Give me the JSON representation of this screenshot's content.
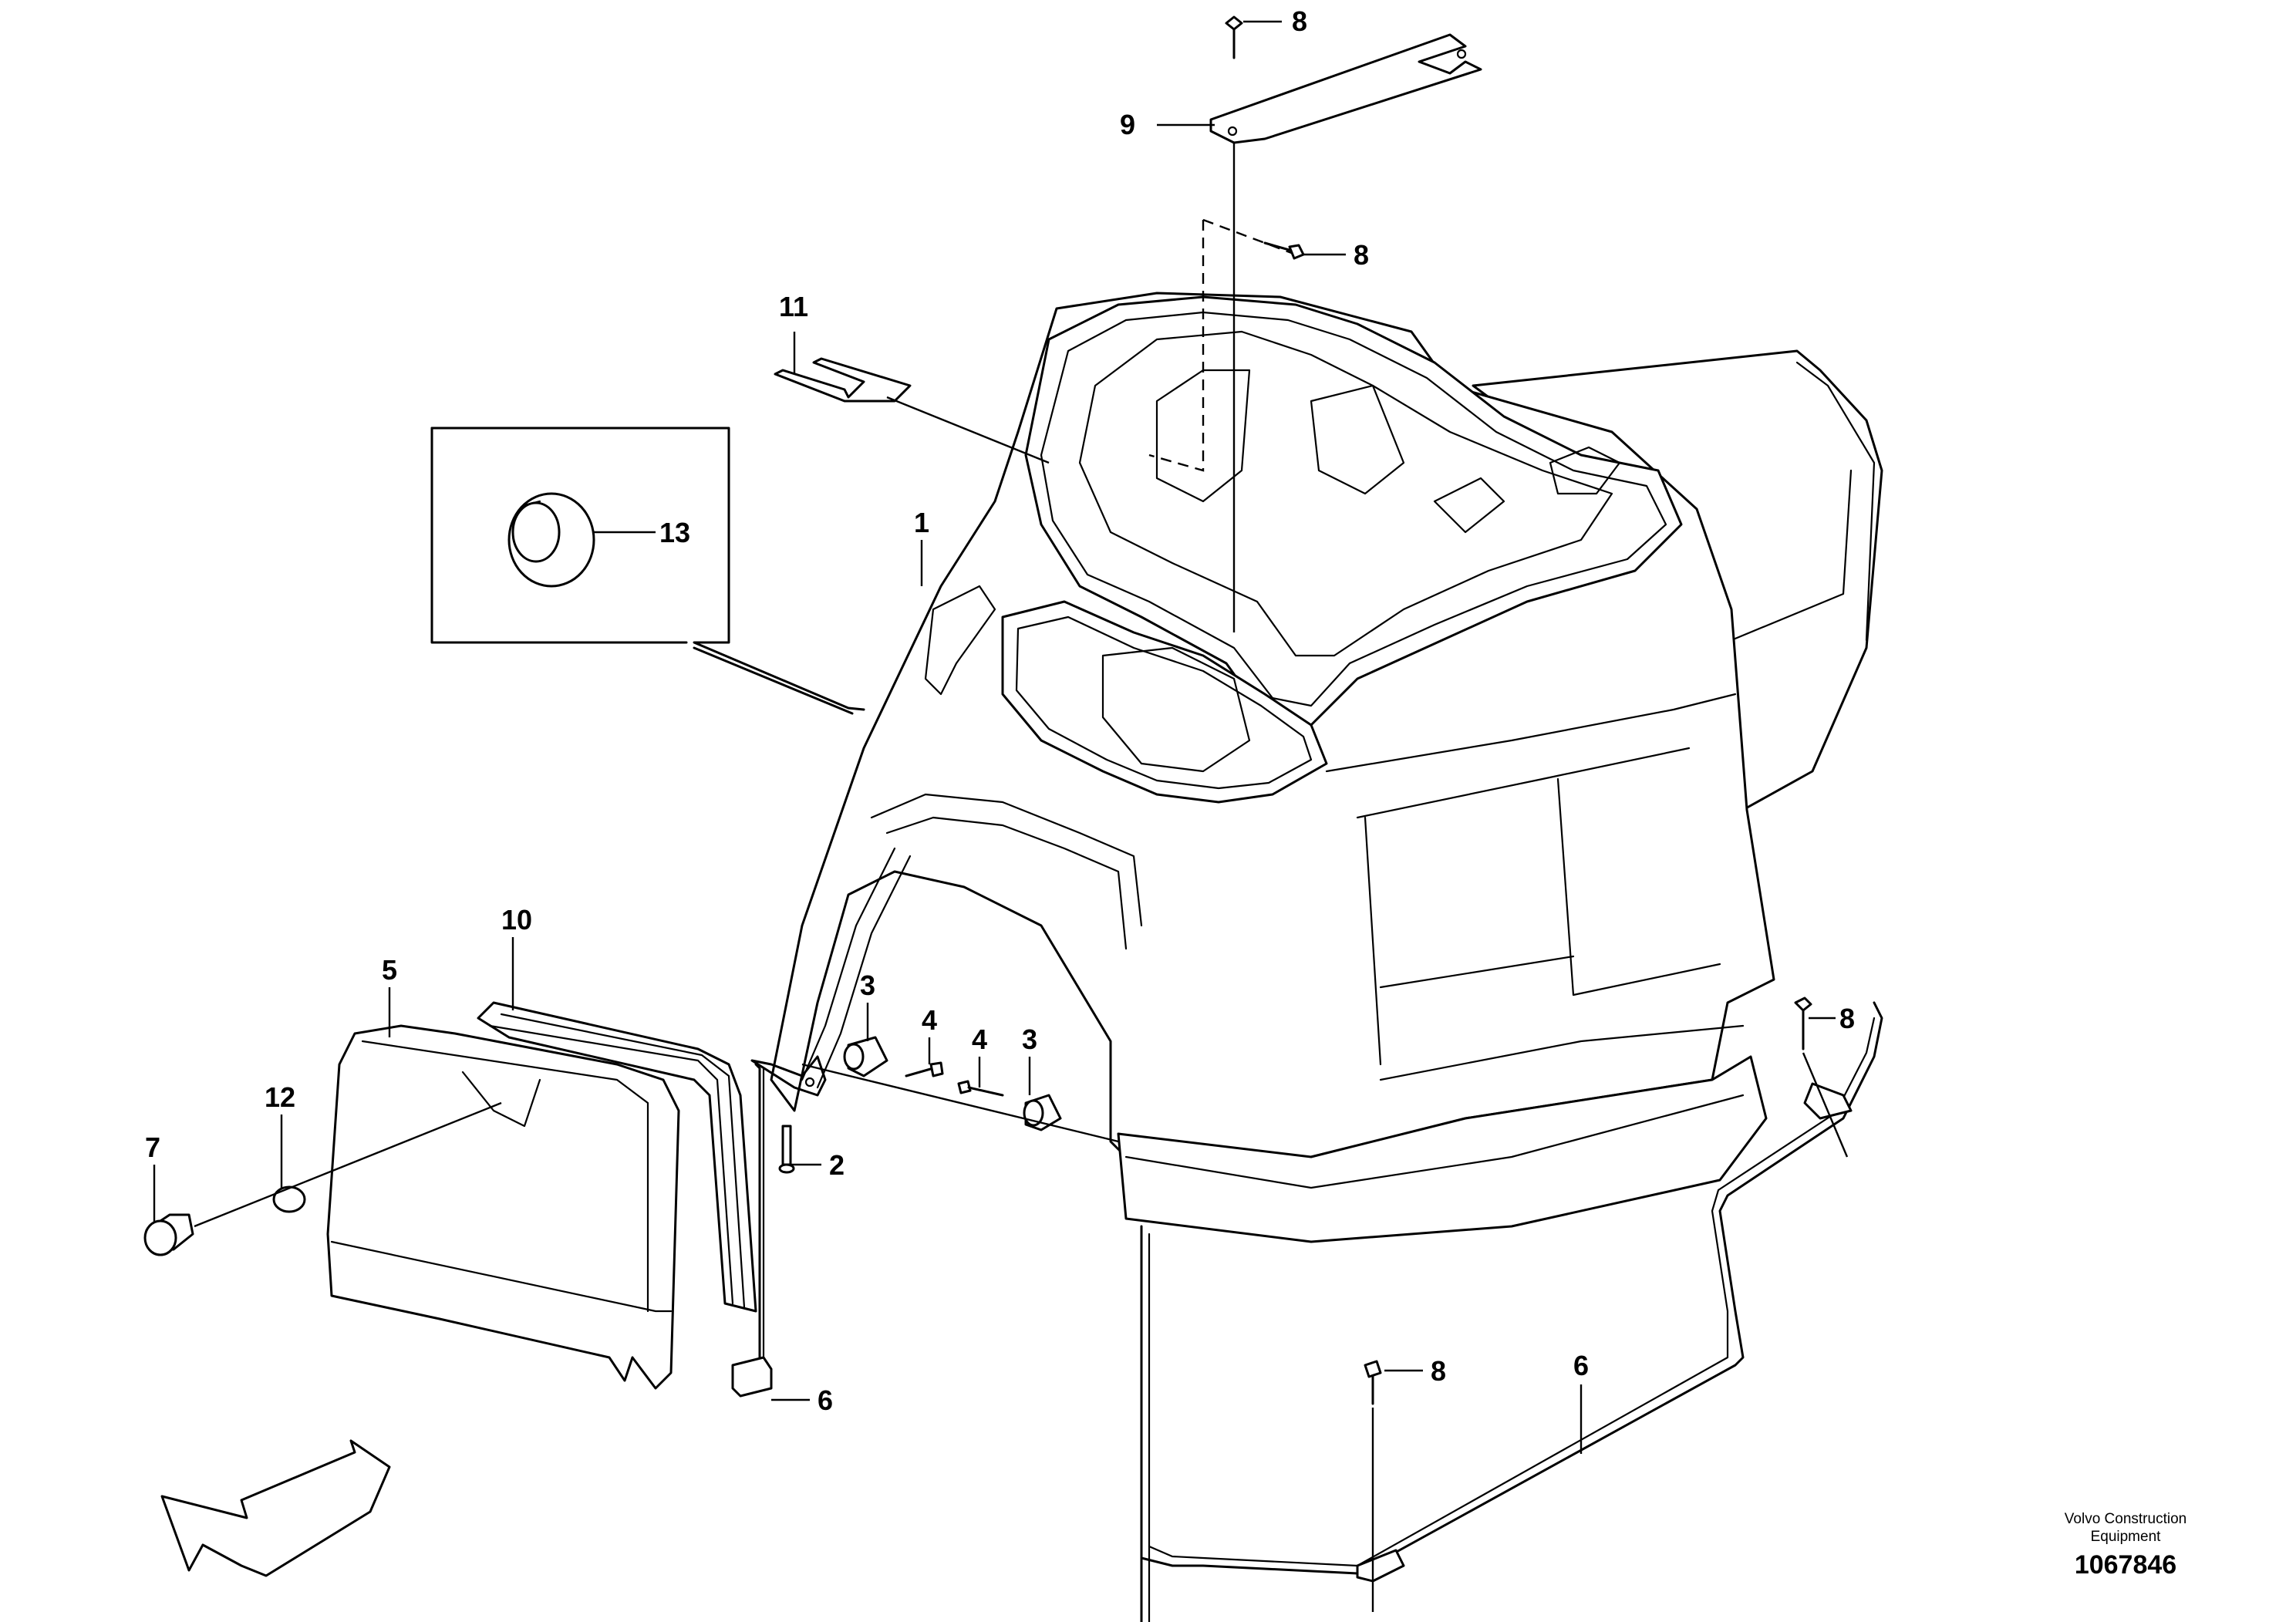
{
  "callouts": {
    "c1": "1",
    "c2": "2",
    "c3a": "3",
    "c3b": "3",
    "c4a": "4",
    "c4b": "4",
    "c5": "5",
    "c6a": "6",
    "c6b": "6",
    "c7": "7",
    "c8a": "8",
    "c8b": "8",
    "c8c": "8",
    "c8d": "8",
    "c9": "9",
    "c10": "10",
    "c11": "11",
    "c12": "12",
    "c13": "13"
  },
  "credit": {
    "line1": "Volvo Construction",
    "line2": "Equipment"
  },
  "document_number": "1067846",
  "colors": {
    "ink": "#000000",
    "paper": "#ffffff"
  }
}
